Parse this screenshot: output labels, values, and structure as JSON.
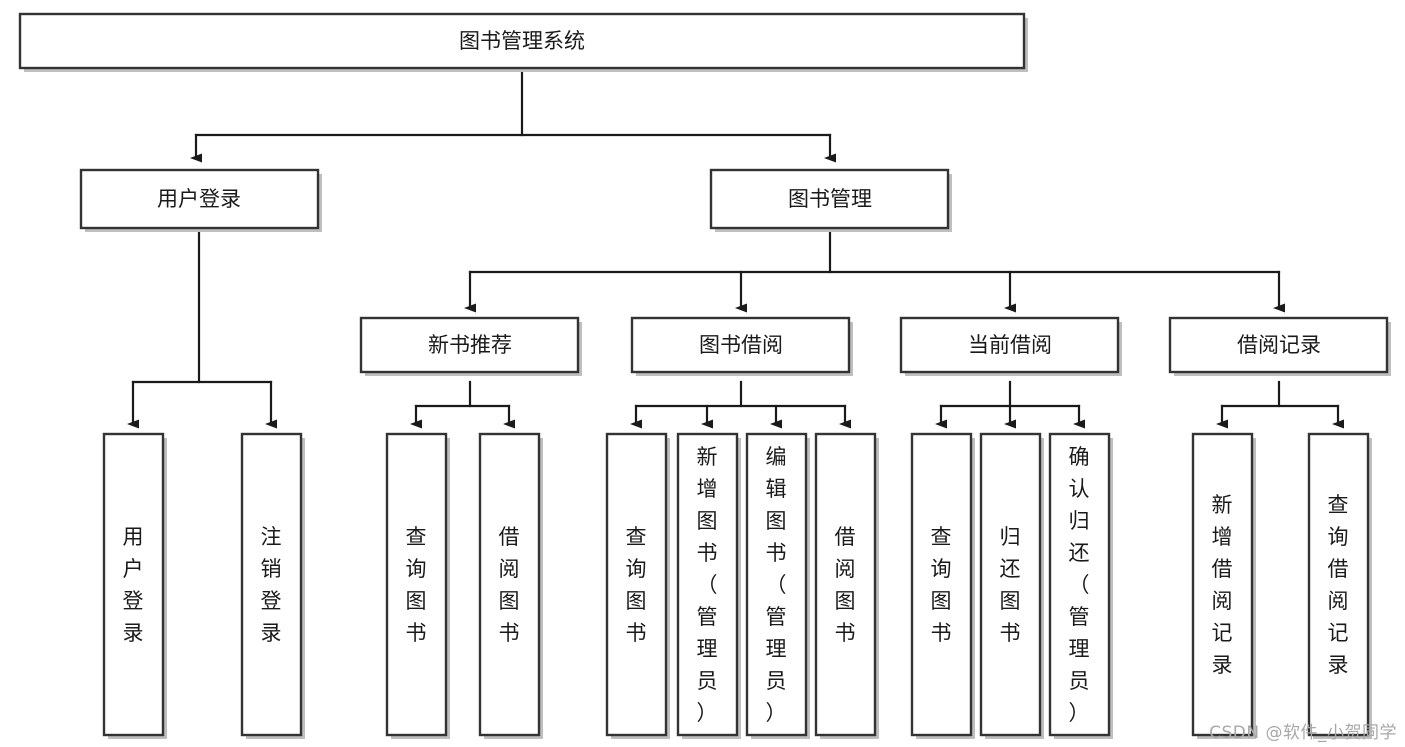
{
  "diagram": {
    "type": "tree-hierarchy",
    "title": "图书管理系统",
    "orientation": "top-down",
    "watermark": "CSDN @软件_小贺同学",
    "colors": {
      "box_fill": "#ffffff",
      "box_stroke": "#333333",
      "connector": "#1a1a1a",
      "text": "#1a1a1a",
      "watermark": "#a8a8a8"
    },
    "nodes": {
      "root": {
        "label": "图书管理系统",
        "level": 0,
        "orientation": "horizontal"
      },
      "l1": [
        {
          "id": "user-login",
          "label": "用户登录",
          "orientation": "horizontal"
        },
        {
          "id": "book-manage",
          "label": "图书管理",
          "orientation": "horizontal"
        }
      ],
      "l2": [
        {
          "id": "new-book-recommend",
          "label": "新书推荐",
          "parent": "book-manage",
          "orientation": "horizontal"
        },
        {
          "id": "book-borrow",
          "label": "图书借阅",
          "parent": "book-manage",
          "orientation": "horizontal"
        },
        {
          "id": "current-borrow",
          "label": "当前借阅",
          "parent": "book-manage",
          "orientation": "horizontal"
        },
        {
          "id": "borrow-record",
          "label": "借阅记录",
          "parent": "book-manage",
          "orientation": "horizontal"
        }
      ],
      "leaves": [
        {
          "id": "leaf-user-login",
          "label": "用户登录",
          "parent": "user-login",
          "orientation": "vertical"
        },
        {
          "id": "leaf-user-logout",
          "label": "注销登录",
          "parent": "user-login",
          "orientation": "vertical"
        },
        {
          "id": "leaf-query-book-1",
          "label": "查询图书",
          "parent": "new-book-recommend",
          "orientation": "vertical"
        },
        {
          "id": "leaf-borrow-book-1",
          "label": "借阅图书",
          "parent": "new-book-recommend",
          "orientation": "vertical"
        },
        {
          "id": "leaf-query-book-2",
          "label": "查询图书",
          "parent": "book-borrow",
          "orientation": "vertical"
        },
        {
          "id": "leaf-add-book",
          "label": "新增图书（管理员）",
          "parent": "book-borrow",
          "orientation": "vertical"
        },
        {
          "id": "leaf-edit-book",
          "label": "编辑图书（管理员）",
          "parent": "book-borrow",
          "orientation": "vertical"
        },
        {
          "id": "leaf-borrow-book-2",
          "label": "借阅图书",
          "parent": "book-borrow",
          "orientation": "vertical"
        },
        {
          "id": "leaf-query-book-3",
          "label": "查询图书",
          "parent": "current-borrow",
          "orientation": "vertical"
        },
        {
          "id": "leaf-return-book",
          "label": "归还图书",
          "parent": "current-borrow",
          "orientation": "vertical"
        },
        {
          "id": "leaf-confirm-return",
          "label": "确认归还（管理员）",
          "parent": "current-borrow",
          "orientation": "vertical"
        },
        {
          "id": "leaf-add-record",
          "label": "新增借阅记录",
          "parent": "borrow-record",
          "orientation": "vertical"
        },
        {
          "id": "leaf-query-record",
          "label": "查询借阅记录",
          "parent": "borrow-record",
          "orientation": "vertical"
        }
      ]
    }
  }
}
